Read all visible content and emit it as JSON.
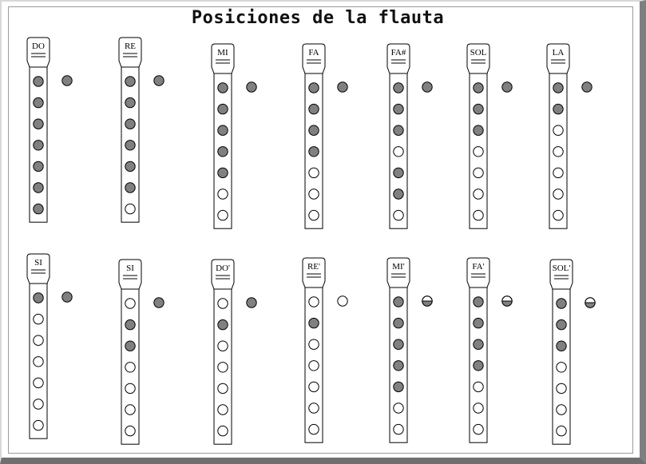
{
  "title": "Posiciones de la flauta",
  "colors": {
    "closed": "#808080",
    "open": "#ffffff",
    "stroke": "#000000"
  },
  "fingerings": [
    {
      "note": "DO",
      "thumb": "closed",
      "holes": [
        1,
        1,
        1,
        1,
        1,
        1,
        1
      ]
    },
    {
      "note": "RE",
      "thumb": "closed",
      "holes": [
        1,
        1,
        1,
        1,
        1,
        1,
        0
      ]
    },
    {
      "note": "MI",
      "thumb": "closed",
      "holes": [
        1,
        1,
        1,
        1,
        1,
        0,
        0
      ]
    },
    {
      "note": "FA",
      "thumb": "closed",
      "holes": [
        1,
        1,
        1,
        1,
        0,
        0,
        0
      ]
    },
    {
      "note": "FA#",
      "thumb": "closed",
      "holes": [
        1,
        1,
        1,
        0,
        1,
        1,
        0
      ]
    },
    {
      "note": "SOL",
      "thumb": "closed",
      "holes": [
        1,
        1,
        1,
        0,
        0,
        0,
        0
      ]
    },
    {
      "note": "LA",
      "thumb": "closed",
      "holes": [
        1,
        1,
        0,
        0,
        0,
        0,
        0
      ]
    },
    {
      "note": "SI",
      "thumb": "closed",
      "holes": [
        1,
        0,
        0,
        0,
        0,
        0,
        0
      ]
    },
    {
      "note": "SI",
      "thumb": "closed",
      "holes": [
        0,
        1,
        1,
        0,
        0,
        0,
        0
      ]
    },
    {
      "note": "DO'",
      "thumb": "closed",
      "holes": [
        0,
        1,
        0,
        0,
        0,
        0,
        0
      ]
    },
    {
      "note": "RE'",
      "thumb": "open",
      "holes": [
        0,
        1,
        0,
        0,
        0,
        0,
        0
      ]
    },
    {
      "note": "MI'",
      "thumb": "half",
      "holes": [
        1,
        1,
        1,
        1,
        1,
        0,
        0
      ]
    },
    {
      "note": "FA'",
      "thumb": "half",
      "holes": [
        1,
        1,
        1,
        1,
        0,
        0,
        0
      ]
    },
    {
      "note": "SOL'",
      "thumb": "half",
      "holes": [
        1,
        1,
        1,
        0,
        0,
        0,
        0
      ]
    }
  ]
}
